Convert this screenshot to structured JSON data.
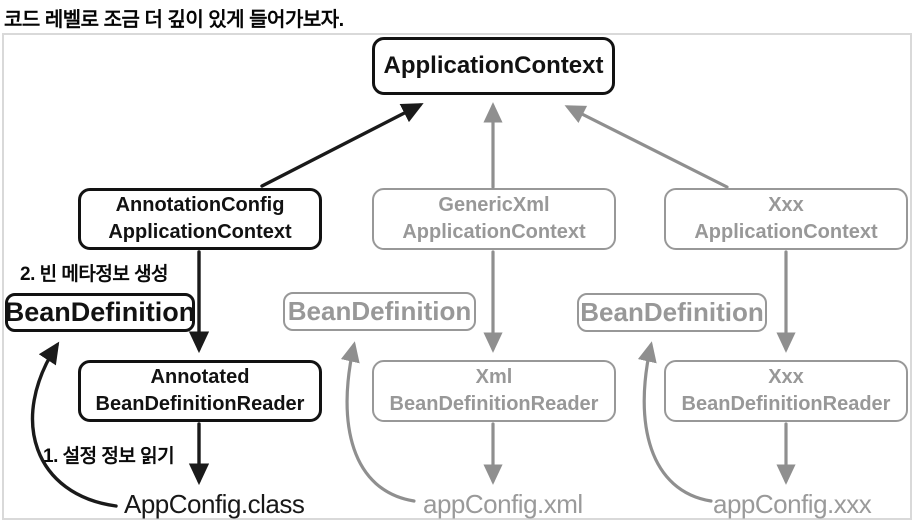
{
  "title": "코드 레벨로 조금 더 깊이 있게 들어가보자.",
  "colors": {
    "black_ink": "#121212",
    "gray_ink": "#989898",
    "frame_border": "#d9d9d9",
    "background": "#ffffff"
  },
  "diagram": {
    "root": {
      "label": "ApplicationContext"
    },
    "columns": [
      {
        "context": [
          "AnnotationConfig",
          "ApplicationContext"
        ],
        "bean_definition": "BeanDefinition",
        "reader": [
          "Annotated",
          "BeanDefinitionReader"
        ],
        "config": "AppConfig.class",
        "tone": "black"
      },
      {
        "context": [
          "GenericXml",
          "ApplicationContext"
        ],
        "bean_definition": "BeanDefinition",
        "reader": [
          "Xml",
          "BeanDefinitionReader"
        ],
        "config": "appConfig.xml",
        "tone": "gray"
      },
      {
        "context": [
          "Xxx",
          "ApplicationContext"
        ],
        "bean_definition": "BeanDefinition",
        "reader": [
          "Xxx",
          "BeanDefinitionReader"
        ],
        "config": "appConfig.xxx",
        "tone": "gray"
      }
    ],
    "annotations": [
      {
        "label": "2. 빈 메타정보 생성"
      },
      {
        "label": "1. 설정 정보 읽기"
      }
    ],
    "edges": [
      {
        "from": "AnnotationConfigApplicationContext",
        "to": "ApplicationContext",
        "style": "black-up"
      },
      {
        "from": "GenericXmlApplicationContext",
        "to": "ApplicationContext",
        "style": "gray-up"
      },
      {
        "from": "XxxApplicationContext",
        "to": "ApplicationContext",
        "style": "gray-up"
      },
      {
        "from": "AnnotationConfigApplicationContext",
        "to": "AnnotatedBeanDefinitionReader",
        "style": "black-down"
      },
      {
        "from": "AnnotatedBeanDefinitionReader",
        "to": "AppConfig.class",
        "style": "black-down"
      },
      {
        "from": "AppConfig.class",
        "to": "BeanDefinition(left)",
        "style": "black-curve"
      },
      {
        "from": "GenericXmlApplicationContext",
        "to": "XmlBeanDefinitionReader",
        "style": "gray-down"
      },
      {
        "from": "XmlBeanDefinitionReader",
        "to": "appConfig.xml",
        "style": "gray-down"
      },
      {
        "from": "appConfig.xml",
        "to": "BeanDefinition(center)",
        "style": "gray-curve"
      },
      {
        "from": "XxxApplicationContext",
        "to": "XxxBeanDefinitionReader",
        "style": "gray-down"
      },
      {
        "from": "XxxBeanDefinitionReader",
        "to": "appConfig.xxx",
        "style": "gray-down"
      },
      {
        "from": "appConfig.xxx",
        "to": "BeanDefinition(right)",
        "style": "gray-curve"
      }
    ]
  }
}
